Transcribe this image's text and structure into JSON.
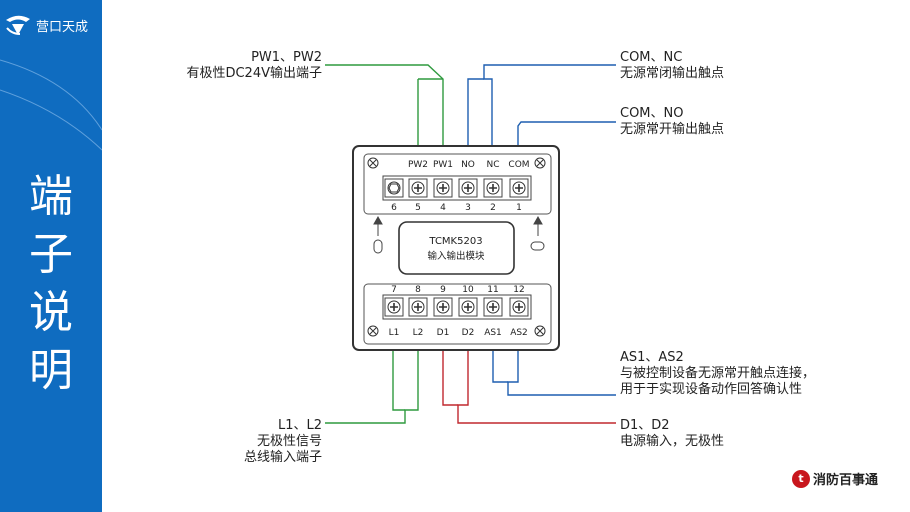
{
  "logo": {
    "text": "营口天成",
    "icon": "tc-logo-icon"
  },
  "sidebar": {
    "title_chars": [
      "端",
      "子",
      "说",
      "明"
    ]
  },
  "module": {
    "model": "TCMK5203",
    "name": "输入输出模块"
  },
  "terminals_top": {
    "labels": [
      "PW2",
      "PW1",
      "NO",
      "NC",
      "COM"
    ],
    "numbers": [
      "6",
      "5",
      "4",
      "3",
      "2",
      "1"
    ]
  },
  "terminals_bottom": {
    "numbers": [
      "7",
      "8",
      "9",
      "10",
      "11",
      "12"
    ],
    "labels": [
      "L1",
      "L2",
      "D1",
      "D2",
      "AS1",
      "AS2"
    ]
  },
  "callouts": {
    "pw": {
      "title": "PW1、PW2",
      "desc": "有极性DC24V输出端子"
    },
    "nc": {
      "title": "COM、NC",
      "desc": "无源常闭输出触点"
    },
    "no": {
      "title": "COM、NO",
      "desc": "无源常开输出触点"
    },
    "as": {
      "title": "AS1、AS2",
      "desc1": "与被控制设备无源常开触点连接，",
      "desc2": "用于于实现设备动作回答确认性"
    },
    "l": {
      "title": "L1、L2",
      "desc1": "无极性信号",
      "desc2": "总线输入端子"
    },
    "d": {
      "title": "D1、D2",
      "desc": "电源输入，无极性"
    }
  },
  "brand": {
    "text": "消防百事通",
    "icon": "fire-brand-icon"
  },
  "colors": {
    "sidebar": "#0f6cc0",
    "wire_green": "#2f9a3f",
    "wire_blue": "#1e5fb0",
    "wire_red": "#c0282f",
    "brand_red": "#c8161d"
  }
}
